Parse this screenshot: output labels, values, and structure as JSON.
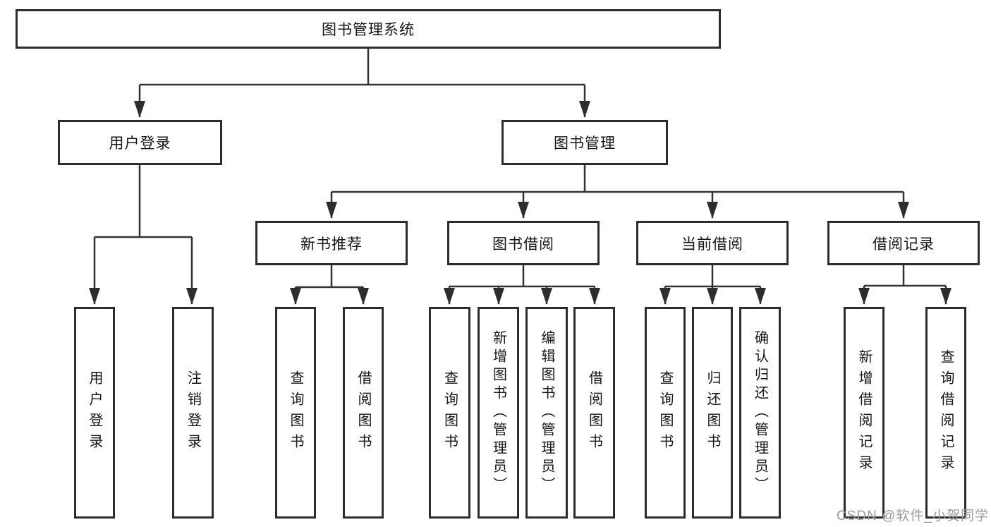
{
  "tree": {
    "root": {
      "label": "图书管理系统",
      "children": [
        {
          "label": "用户登录",
          "children": [
            {
              "label": "用户登录"
            },
            {
              "label": "注销登录"
            }
          ]
        },
        {
          "label": "图书管理",
          "children": [
            {
              "label": "新书推荐",
              "children": [
                {
                  "label": "查询图书"
                },
                {
                  "label": "借阅图书"
                }
              ]
            },
            {
              "label": "图书借阅",
              "children": [
                {
                  "label": "查询图书"
                },
                {
                  "label": "新增图书（管理员）"
                },
                {
                  "label": "编辑图书（管理员）"
                },
                {
                  "label": "借阅图书"
                }
              ]
            },
            {
              "label": "当前借阅",
              "children": [
                {
                  "label": "查询图书"
                },
                {
                  "label": "归还图书"
                },
                {
                  "label": "确认归还（管理员）"
                }
              ]
            },
            {
              "label": "借阅记录",
              "children": [
                {
                  "label": "新增借阅记录"
                },
                {
                  "label": "查询借阅记录"
                }
              ]
            }
          ]
        }
      ]
    }
  },
  "watermark": "CSDN @软件_小贺同学",
  "colors": {
    "line": "#333333",
    "border": "#2d2d2d",
    "text": "#161616",
    "watermark": "#9b9b9b",
    "background": "#ffffff"
  }
}
